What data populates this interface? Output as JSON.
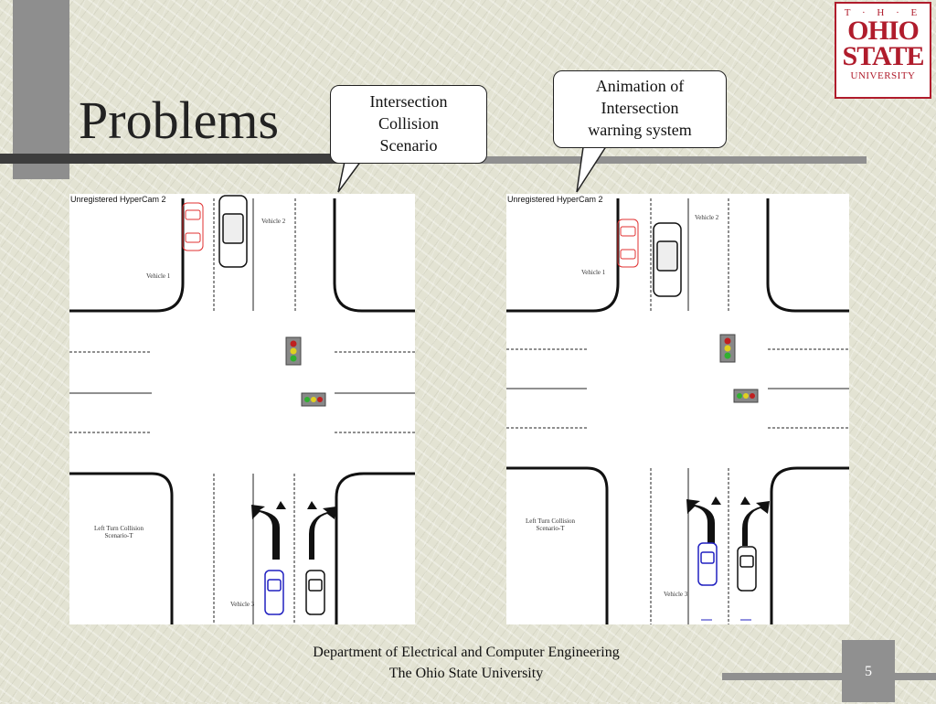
{
  "slide": {
    "title": "Problems",
    "page_number": "5"
  },
  "logo": {
    "top": "T · H · E",
    "line1": "OHIO",
    "line2": "STATE",
    "line3": "UNIVERSITY"
  },
  "callouts": {
    "left": {
      "line1": "Intersection",
      "line2": "Collision",
      "line3": "Scenario"
    },
    "right": {
      "line1": "Animation of",
      "line2": "Intersection",
      "line3": "warning system"
    }
  },
  "panels": {
    "left": {
      "watermark": "Unregistered HyperCam 2",
      "vehicle1": "Vehicle 1",
      "vehicle2": "Vehicle 2",
      "vehicle3": "Vehicle 3",
      "scenario_line1": "Left Turn Collision",
      "scenario_line2": "Scenario-T"
    },
    "right": {
      "watermark": "Unregistered HyperCam 2",
      "vehicle1": "Vehicle 1",
      "vehicle2": "Vehicle 2",
      "vehicle3": "Vehicle 3",
      "scenario_line1": "Left Turn Collision",
      "scenario_line2": "Scenario-T"
    }
  },
  "footer": {
    "line1": "Department of Electrical and Computer Engineering",
    "line2": "The Ohio State University"
  },
  "colors": {
    "osu_red": "#b01c2c",
    "accent_gray": "#909090",
    "vehicle1": "#e03030",
    "vehicle3": "#2020c0"
  }
}
